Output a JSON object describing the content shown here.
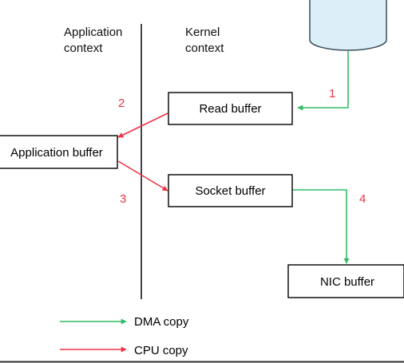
{
  "colors": {
    "dma": "#33bb66",
    "cpu": "#ee3344",
    "box_stroke": "#000000",
    "divider": "#444444",
    "disk_fill": "#dceef8",
    "disk_stroke": "#3a4d5a",
    "bottom_border": "#333333"
  },
  "contexts": {
    "application_line1": "Application",
    "application_line2": "context",
    "kernel_line1": "Kernel",
    "kernel_line2": "context"
  },
  "buffers": {
    "read": "Read buffer",
    "application": "Application buffer",
    "socket": "Socket buffer",
    "nic": "NIC buffer"
  },
  "steps": {
    "one": "1",
    "two": "2",
    "three": "3",
    "four": "4"
  },
  "legend": {
    "dma": "DMA copy",
    "cpu": "CPU copy"
  },
  "icons": {
    "disk": "disk-cylinder-icon"
  }
}
